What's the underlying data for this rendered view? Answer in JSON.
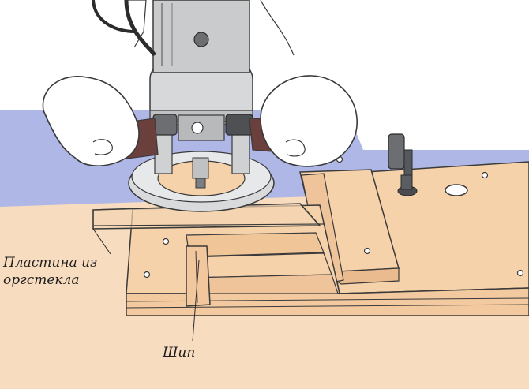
{
  "labels": {
    "plexiglass_plate_line1": "Пластина из",
    "plexiglass_plate_line2": "оргстекла",
    "tenon": "Шип"
  },
  "colors": {
    "wood": "#f6d2aa",
    "wood_edge": "#e6b98e",
    "wood_face": "#efc49a",
    "outline": "#3a3a3a",
    "wall_blue": "#9aa7e0",
    "router_body": "#d6d8da",
    "router_dark": "#6c6e72",
    "strap": "#6b3f3c",
    "skin": "#ffffff"
  },
  "icons": [
    "router-tool",
    "hand-left",
    "hand-right",
    "toggle-clamp",
    "screw-heads"
  ]
}
